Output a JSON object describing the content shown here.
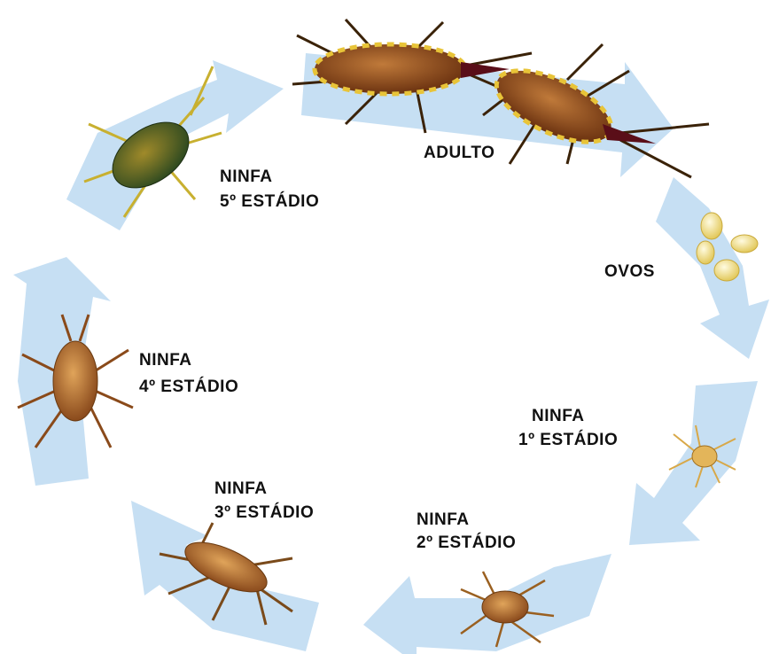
{
  "stages": {
    "adulto": {
      "line1": "ADULTO"
    },
    "ovos": {
      "line1": "OVOS"
    },
    "ninfa1": {
      "line1": "NINFA",
      "line2": "1º ESTÁDIO"
    },
    "ninfa2": {
      "line1": "NINFA",
      "line2": "2º ESTÁDIO"
    },
    "ninfa3": {
      "line1": "NINFA",
      "line2": "3º ESTÁDIO"
    },
    "ninfa4": {
      "line1": "NINFA",
      "line2": "4º ESTÁDIO"
    },
    "ninfa5": {
      "line1": "NINFA",
      "line2": "5º ESTÁDIO"
    }
  },
  "colors": {
    "arrow": "#c6dff3",
    "adult_body": "#8b4513",
    "adult_stripe": "#e8c438",
    "nymph5_body": "#5a6b2a",
    "nymph_body": "#c27a3a",
    "egg": "#f3e6a0"
  }
}
